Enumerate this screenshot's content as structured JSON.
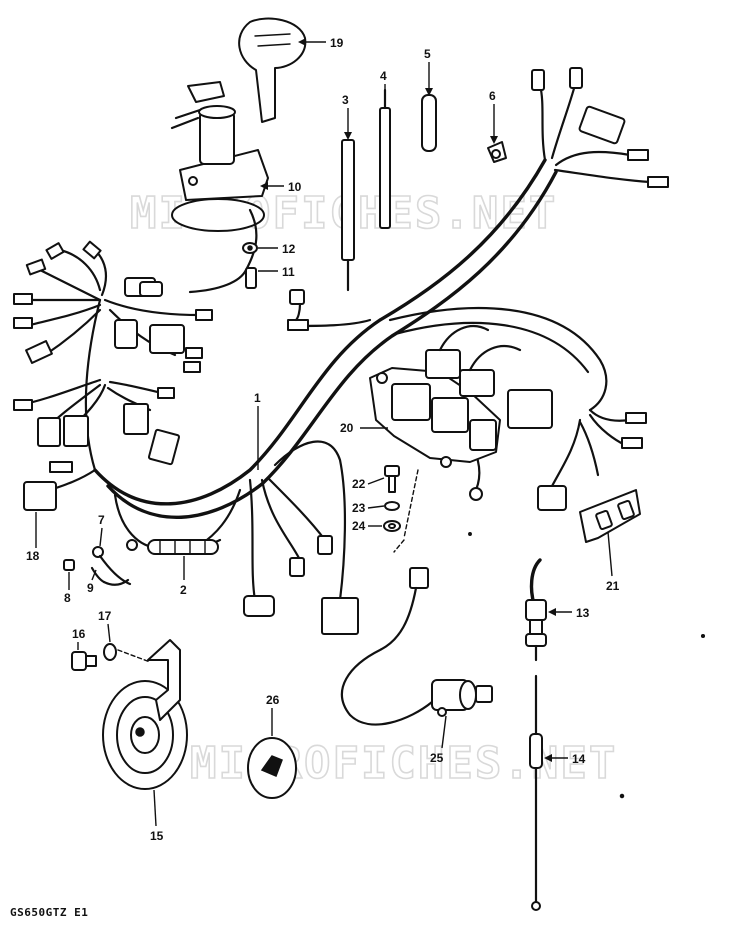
{
  "watermarks": [
    "MICROFICHES.NET",
    "MICROFICHES.NET"
  ],
  "model_code": "GS650GTZ E1",
  "callouts": {
    "c1": "1",
    "c2": "2",
    "c3": "3",
    "c4": "4",
    "c5": "5",
    "c6": "6",
    "c7": "7",
    "c8": "8",
    "c9": "9",
    "c10": "10",
    "c11": "11",
    "c12": "12",
    "c13": "13",
    "c14": "14",
    "c15": "15",
    "c16": "16",
    "c17": "17",
    "c18": "18",
    "c19": "19",
    "c20": "20",
    "c21": "21",
    "c22": "22",
    "c23": "23",
    "c24": "24",
    "c25": "25",
    "c26": "26"
  }
}
